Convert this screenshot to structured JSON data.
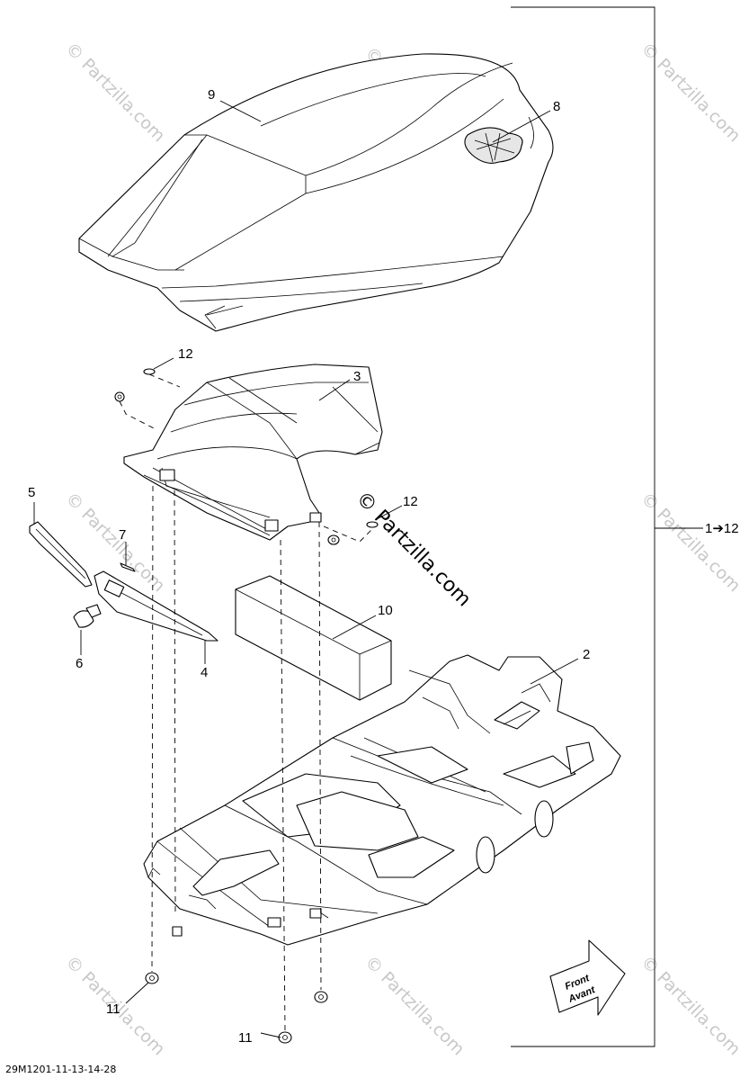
{
  "watermark": {
    "text": "© Partzilla.com"
  },
  "bracket": {
    "label": "1➔12"
  },
  "front_arrow": {
    "line1": "Front",
    "line2": "Avant"
  },
  "drawing_code": "29M1201-11-13-14-28",
  "callouts": {
    "c2": "2",
    "c3": "3",
    "c4": "4",
    "c5": "5",
    "c6": "6",
    "c7": "7",
    "c8": "8",
    "c9": "9",
    "c10": "10",
    "c11a": "11",
    "c11b": "11",
    "c12a": "12",
    "c12b": "12"
  }
}
